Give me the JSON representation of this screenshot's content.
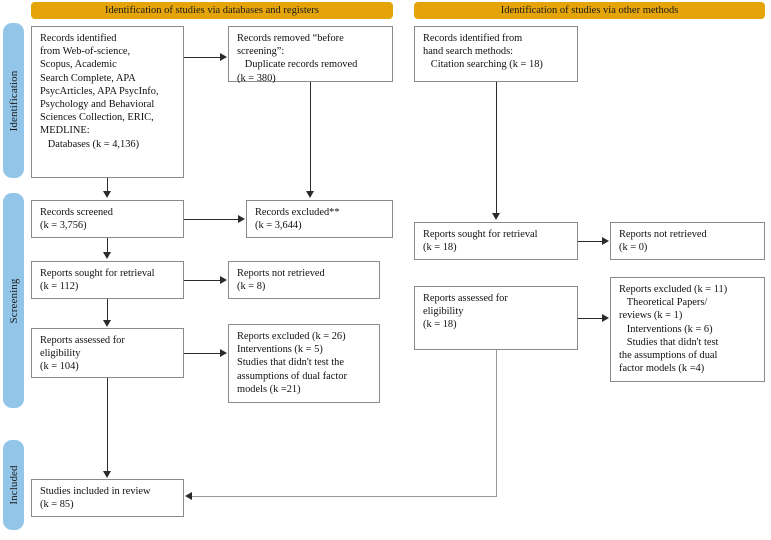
{
  "diagram": {
    "title": "PRISMA 2020 flow diagram",
    "colors": {
      "header_bar": "#E5A50A",
      "stage_label": "#92C5E8",
      "box_border": "#8a8a8a",
      "connector": "#2b2b2b",
      "background": "#ffffff"
    }
  },
  "headers": {
    "databases": "Identification of studies via databases and registers",
    "other": "Identification of studies via other methods"
  },
  "stages": {
    "identification": "Identification",
    "screening": "Screening",
    "included": "Included"
  },
  "boxes": {
    "records_identified": {
      "lines": [
        "Records identified",
        "from Web-of-science,",
        "Scopus, Academic",
        "Search Complete, APA",
        "PsycArticles, APA PsycInfo,",
        "Psychology and Behavioral",
        "Sciences Collection, ERIC,",
        "MEDLINE:"
      ],
      "indented": "   Databases (k = 4,136)"
    },
    "records_removed": {
      "line1": "Records removed “before",
      "line2": "screening”:",
      "line3": "   Duplicate records removed",
      "line4": "(k = 380)"
    },
    "hand_search": {
      "line1": "Records identified from",
      "line2": "hand search methods:",
      "line3": "   Citation searching (k = 18)"
    },
    "records_screened": {
      "line1": "Records screened",
      "line2": "(k = 3,756)"
    },
    "records_excluded": {
      "line1": "Records excluded**",
      "line2": "(k = 3,644)"
    },
    "reports_sought_left": {
      "line1": "Reports sought for retrieval",
      "line2": "(k = 112)"
    },
    "reports_not_retrieved_left": {
      "line1": "Reports not retrieved",
      "line2": "(k = 8)"
    },
    "reports_assessed_left": {
      "line1": "Reports assessed for",
      "line2": "eligibility",
      "line3": "(k = 104)"
    },
    "reports_excluded_left": {
      "line1": "Reports excluded (k = 26)",
      "line2": "Interventions (k = 5)",
      "line3": "Studies that didn't test the",
      "line4": "assumptions of dual factor",
      "line5": "models (k =21)"
    },
    "reports_sought_right": {
      "line1": "Reports sought for retrieval",
      "line2": "(k = 18)"
    },
    "reports_not_retrieved_right": {
      "line1": "Reports not retrieved",
      "line2": "(k = 0)"
    },
    "reports_assessed_right": {
      "line1": "Reports assessed for",
      "line2": "eligibility",
      "line3": "(k = 18)"
    },
    "reports_excluded_right": {
      "line1": "Reports excluded (k = 11)",
      "line2": "   Theoretical Papers/",
      "line3": "reviews (k = 1)",
      "line4": "   Interventions (k = 6)",
      "line5": "   Studies that didn't test",
      "line6": "the assumptions of dual",
      "line7": "factor models (k =4)"
    },
    "studies_included": {
      "line1": "Studies included in review",
      "line2": "(k = 85)"
    }
  },
  "chart_data": {
    "type": "diagram-flow",
    "title": "PRISMA 2020 flow diagram",
    "nodes": [
      {
        "id": "records_identified",
        "label": "Records identified from databases: Databases",
        "k": 4136
      },
      {
        "id": "records_removed",
        "label": "Duplicate records removed before screening",
        "k": 380
      },
      {
        "id": "hand_search",
        "label": "Records identified from hand search methods: Citation searching",
        "k": 18
      },
      {
        "id": "records_screened",
        "label": "Records screened",
        "k": 3756
      },
      {
        "id": "records_excluded",
        "label": "Records excluded**",
        "k": 3644
      },
      {
        "id": "reports_sought_left",
        "label": "Reports sought for retrieval",
        "k": 112
      },
      {
        "id": "reports_not_retrieved_left",
        "label": "Reports not retrieved",
        "k": 8
      },
      {
        "id": "reports_assessed_left",
        "label": "Reports assessed for eligibility",
        "k": 104
      },
      {
        "id": "reports_excluded_left",
        "label": "Reports excluded",
        "k": 26
      },
      {
        "id": "reports_sought_right",
        "label": "Reports sought for retrieval",
        "k": 18
      },
      {
        "id": "reports_not_retrieved_right",
        "label": "Reports not retrieved",
        "k": 0
      },
      {
        "id": "reports_assessed_right",
        "label": "Reports assessed for eligibility",
        "k": 18
      },
      {
        "id": "reports_excluded_right",
        "label": "Reports excluded",
        "k": 11
      },
      {
        "id": "studies_included",
        "label": "Studies included in review",
        "k": 85
      }
    ],
    "edges": [
      {
        "from": "records_identified",
        "to": "records_removed"
      },
      {
        "from": "records_identified",
        "to": "records_screened"
      },
      {
        "from": "records_screened",
        "to": "records_excluded"
      },
      {
        "from": "records_screened",
        "to": "reports_sought_left"
      },
      {
        "from": "reports_sought_left",
        "to": "reports_not_retrieved_left"
      },
      {
        "from": "reports_sought_left",
        "to": "reports_assessed_left"
      },
      {
        "from": "reports_assessed_left",
        "to": "reports_excluded_left"
      },
      {
        "from": "reports_assessed_left",
        "to": "studies_included"
      },
      {
        "from": "hand_search",
        "to": "reports_sought_right"
      },
      {
        "from": "reports_sought_right",
        "to": "reports_not_retrieved_right"
      },
      {
        "from": "reports_assessed_right",
        "to": "reports_excluded_right"
      },
      {
        "from": "reports_assessed_right",
        "to": "studies_included"
      }
    ],
    "exclusion_reasons_left": [
      {
        "reason": "Interventions",
        "k": 5
      },
      {
        "reason": "Studies that didn't test the assumptions of dual factor models",
        "k": 21
      }
    ],
    "exclusion_reasons_right": [
      {
        "reason": "Theoretical Papers/reviews",
        "k": 1
      },
      {
        "reason": "Interventions",
        "k": 6
      },
      {
        "reason": "Studies that didn't test the assumptions of dual factor models",
        "k": 4
      }
    ]
  }
}
